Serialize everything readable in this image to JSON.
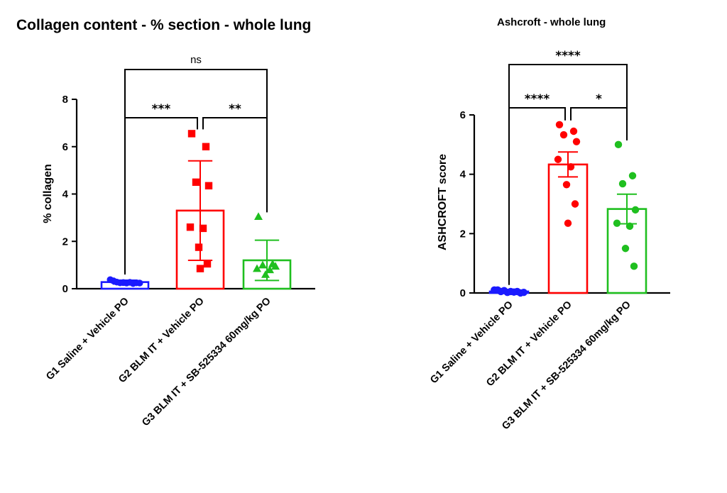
{
  "chart_data": [
    {
      "type": "bar",
      "title": "Collagen content - % section - whole lung",
      "xlabel": "",
      "ylabel": "% collagen",
      "ylim": [
        0,
        8
      ],
      "yticks": [
        0,
        2,
        4,
        6,
        8
      ],
      "grid": false,
      "legend": "none",
      "categories": [
        "G1 Saline + Vehicle PO",
        "G2 BLM IT + Vehicle PO",
        "G3 BLM IT + SB-525334 60mg/kg PO"
      ],
      "colors": [
        "#1a1aff",
        "#ff0000",
        "#1fbf1f"
      ],
      "markers": [
        "circle",
        "square",
        "triangle"
      ],
      "values": [
        0.28,
        3.3,
        1.2
      ],
      "error": [
        0.08,
        2.1,
        0.85
      ],
      "points": [
        [
          0.38,
          0.33,
          0.28,
          0.25,
          0.26,
          0.24,
          0.27,
          0.22,
          0.25,
          0.24
        ],
        [
          6.55,
          6.0,
          4.5,
          4.35,
          2.6,
          2.55,
          1.75,
          1.05,
          0.85
        ],
        [
          3.05,
          1.05,
          1.0,
          0.95,
          0.85,
          0.8,
          0.6
        ]
      ],
      "comparisons": [
        {
          "groups": [
            0,
            2
          ],
          "label": "ns"
        },
        {
          "groups": [
            0,
            1
          ],
          "label": "***"
        },
        {
          "groups": [
            1,
            2
          ],
          "label": "**"
        }
      ]
    },
    {
      "type": "bar",
      "title": "Ashcroft - whole lung",
      "xlabel": "",
      "ylabel": "ASHCROFT score",
      "ylim": [
        0,
        6
      ],
      "yticks": [
        0,
        2,
        4,
        6
      ],
      "grid": false,
      "legend": "none",
      "categories": [
        "G1 Saline + Vehicle PO",
        "G2 BLM IT + Vehicle PO",
        "G3 BLM IT + SB-525334 60mg/kg PO"
      ],
      "colors": [
        "#1a1aff",
        "#ff0000",
        "#1fbf1f"
      ],
      "markers": [
        "circle",
        "circle",
        "circle"
      ],
      "values": [
        0.05,
        4.33,
        2.83
      ],
      "error": [
        0.03,
        0.42,
        0.5
      ],
      "points": [
        [
          0.1,
          0.1,
          0.05,
          0.08,
          0.02,
          0.05,
          0.03,
          0.05,
          0.0,
          0.02
        ],
        [
          5.67,
          5.45,
          5.33,
          5.1,
          4.5,
          4.25,
          3.65,
          3.0,
          2.35
        ],
        [
          5.0,
          3.95,
          3.68,
          2.8,
          2.35,
          2.25,
          1.5,
          0.9
        ]
      ],
      "comparisons": [
        {
          "groups": [
            0,
            2
          ],
          "label": "****"
        },
        {
          "groups": [
            0,
            1
          ],
          "label": "****"
        },
        {
          "groups": [
            1,
            2
          ],
          "label": "*"
        }
      ]
    }
  ]
}
